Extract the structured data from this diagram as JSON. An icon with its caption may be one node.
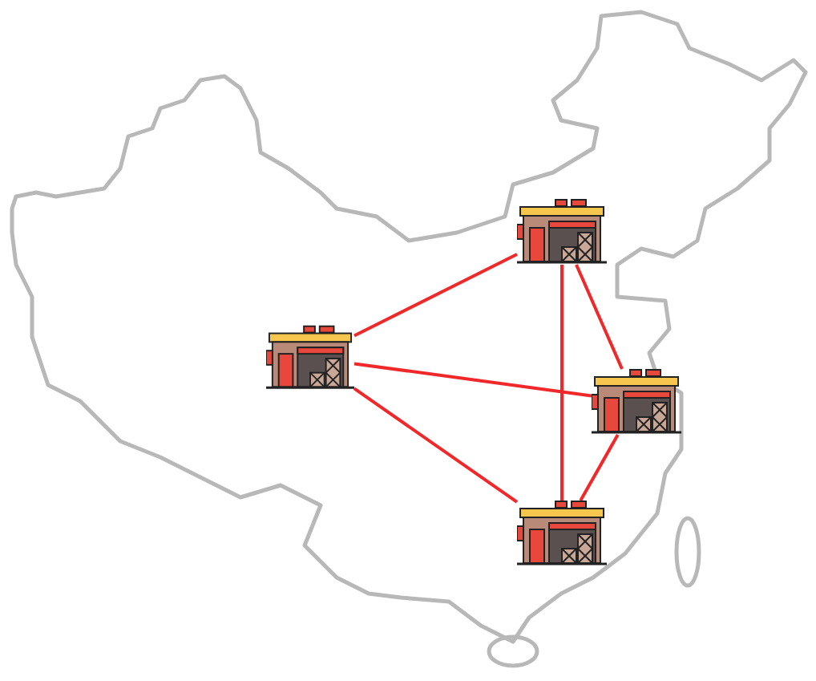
{
  "diagram": {
    "nodes": [
      {
        "text": [],
        "shape": "picture"
      },
      {
        "text": [],
        "shape": "picture"
      },
      {
        "text": [],
        "shape": "picture"
      },
      {
        "text": [],
        "shape": "picture"
      }
    ],
    "edges": [
      {
        "from": 1,
        "to": 0,
        "arrow": "none"
      },
      {
        "from": 1,
        "to": 2,
        "arrow": "none"
      },
      {
        "from": 1,
        "to": 3,
        "arrow": "none"
      },
      {
        "from": 0,
        "to": 3,
        "arrow": "none"
      },
      {
        "from": 0,
        "to": 2,
        "arrow": "none"
      },
      {
        "from": 2,
        "to": 3,
        "arrow": "none"
      }
    ]
  }
}
